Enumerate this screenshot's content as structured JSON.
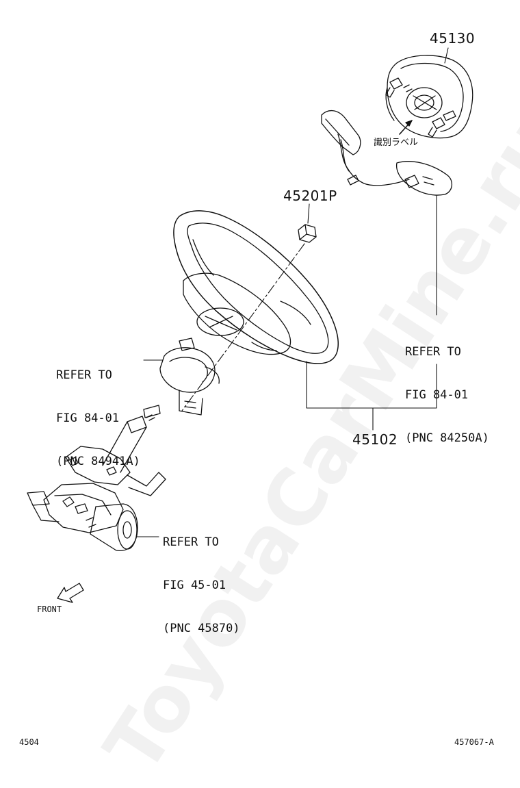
{
  "parts": {
    "airbag": "45130",
    "nut": "45201P",
    "wheel": "45102"
  },
  "labels": {
    "identification": "識別ラベル",
    "front": "FRONT"
  },
  "refs": {
    "spiral": [
      "REFER TO",
      "FIG 84-01",
      "(PNC 84941A)"
    ],
    "switch": [
      "REFER TO",
      "FIG 84-01",
      "(PNC 84250A)"
    ],
    "column": [
      "REFER TO",
      "FIG 45-01",
      "(PNC 45870)"
    ]
  },
  "footer": {
    "page": "4504",
    "figure": "457067-A"
  },
  "watermark": "ToyotaCarMine.ru",
  "icons": [
    "front-arrow-icon",
    "identification-arrow-icon"
  ]
}
